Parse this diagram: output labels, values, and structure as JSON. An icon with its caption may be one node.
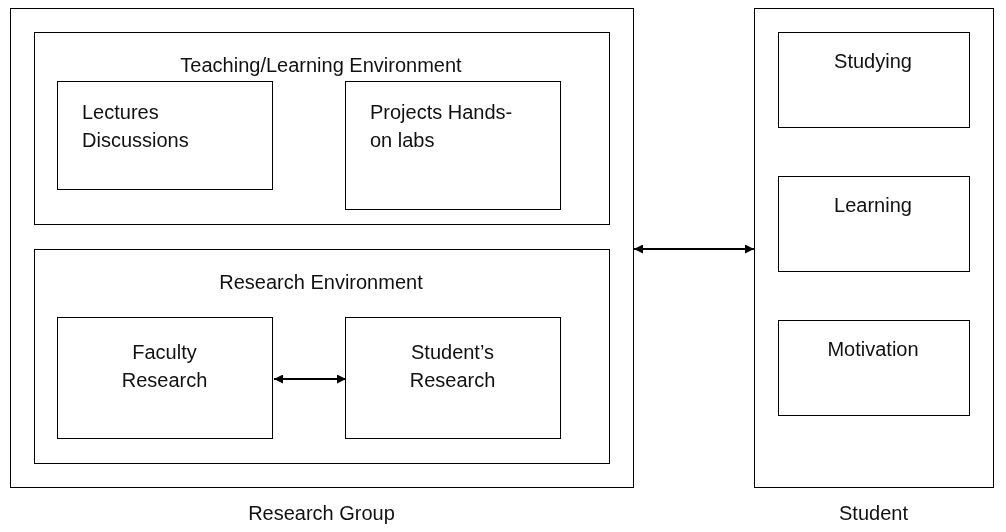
{
  "diagram": {
    "nodes": [
      {
        "text": [
          "Research Group"
        ]
      },
      {
        "text": [
          "Teaching/Learning Environment"
        ],
        "in": 0
      },
      {
        "text": [
          "Lectures Discussions"
        ],
        "in": 1
      },
      {
        "text": [
          "Projects Hands-on labs"
        ],
        "in": 1
      },
      {
        "text": [
          "Research Environment"
        ],
        "in": 0
      },
      {
        "text": [
          "Faculty Research"
        ],
        "in": 4
      },
      {
        "text": [
          "Student’s Research"
        ],
        "in": 4
      },
      {
        "text": [
          "Student"
        ]
      },
      {
        "text": [
          "Studying"
        ],
        "in": 7
      },
      {
        "text": [
          "Learning"
        ],
        "in": 7
      },
      {
        "text": [
          "Motivation"
        ],
        "in": 7
      }
    ],
    "edges": [
      {
        "from": 5,
        "to": 6,
        "arrow": "both"
      },
      {
        "from": 0,
        "to": 7,
        "arrow": "both"
      }
    ]
  }
}
